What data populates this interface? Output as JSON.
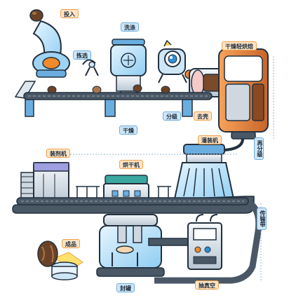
{
  "labels": {
    "feed": "投入",
    "wash": "洗涤",
    "sort": "拣选",
    "light_dry": "干燥轻烘焙",
    "dry": "干燥",
    "grade": "分级",
    "peel": "去壳",
    "regrade": "再分级",
    "fill": "灌装机",
    "pack": "装剂机",
    "freeze_dry": "烘干机",
    "convey": "传输带",
    "vacuum": "抽真空",
    "seal": "封罐",
    "product": "成品"
  },
  "colors": {
    "outline": "#22303f",
    "blue_tag": "#cfe6f7",
    "orange_tag": "#fde3c4",
    "machine_blue": "#7ec3ee",
    "belt": "#4a5866",
    "chestnut": "#6b4226",
    "orange_accent": "#f08a2c"
  }
}
